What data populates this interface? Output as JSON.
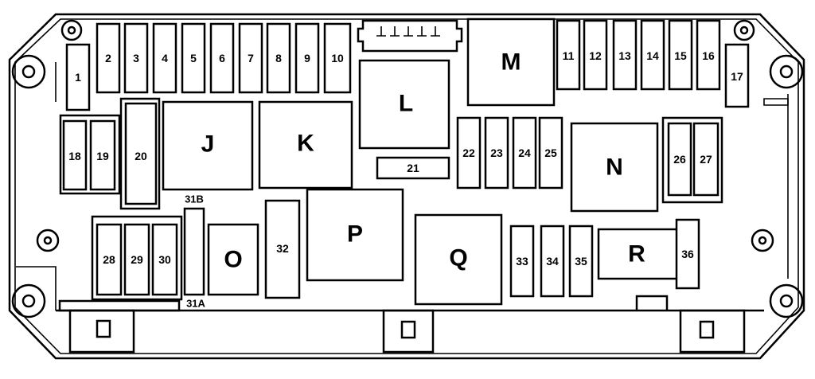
{
  "labels": {
    "f1": "1",
    "f2": "2",
    "f3": "3",
    "f4": "4",
    "f5": "5",
    "f6": "6",
    "f7": "7",
    "f8": "8",
    "f9": "9",
    "f10": "10",
    "f11": "11",
    "f12": "12",
    "f13": "13",
    "f14": "14",
    "f15": "15",
    "f16": "16",
    "f17": "17",
    "f18": "18",
    "f19": "19",
    "f20": "20",
    "f21": "21",
    "f22": "22",
    "f23": "23",
    "f24": "24",
    "f25": "25",
    "f26": "26",
    "f27": "27",
    "f28": "28",
    "f29": "29",
    "f30": "30",
    "f31a": "31A",
    "f31b": "31B",
    "f32": "32",
    "f33": "33",
    "f34": "34",
    "f35": "35",
    "f36": "36",
    "rJ": "J",
    "rK": "K",
    "rL": "L",
    "rM": "M",
    "rN": "N",
    "rO": "O",
    "rP": "P",
    "rQ": "Q",
    "rR": "R"
  }
}
